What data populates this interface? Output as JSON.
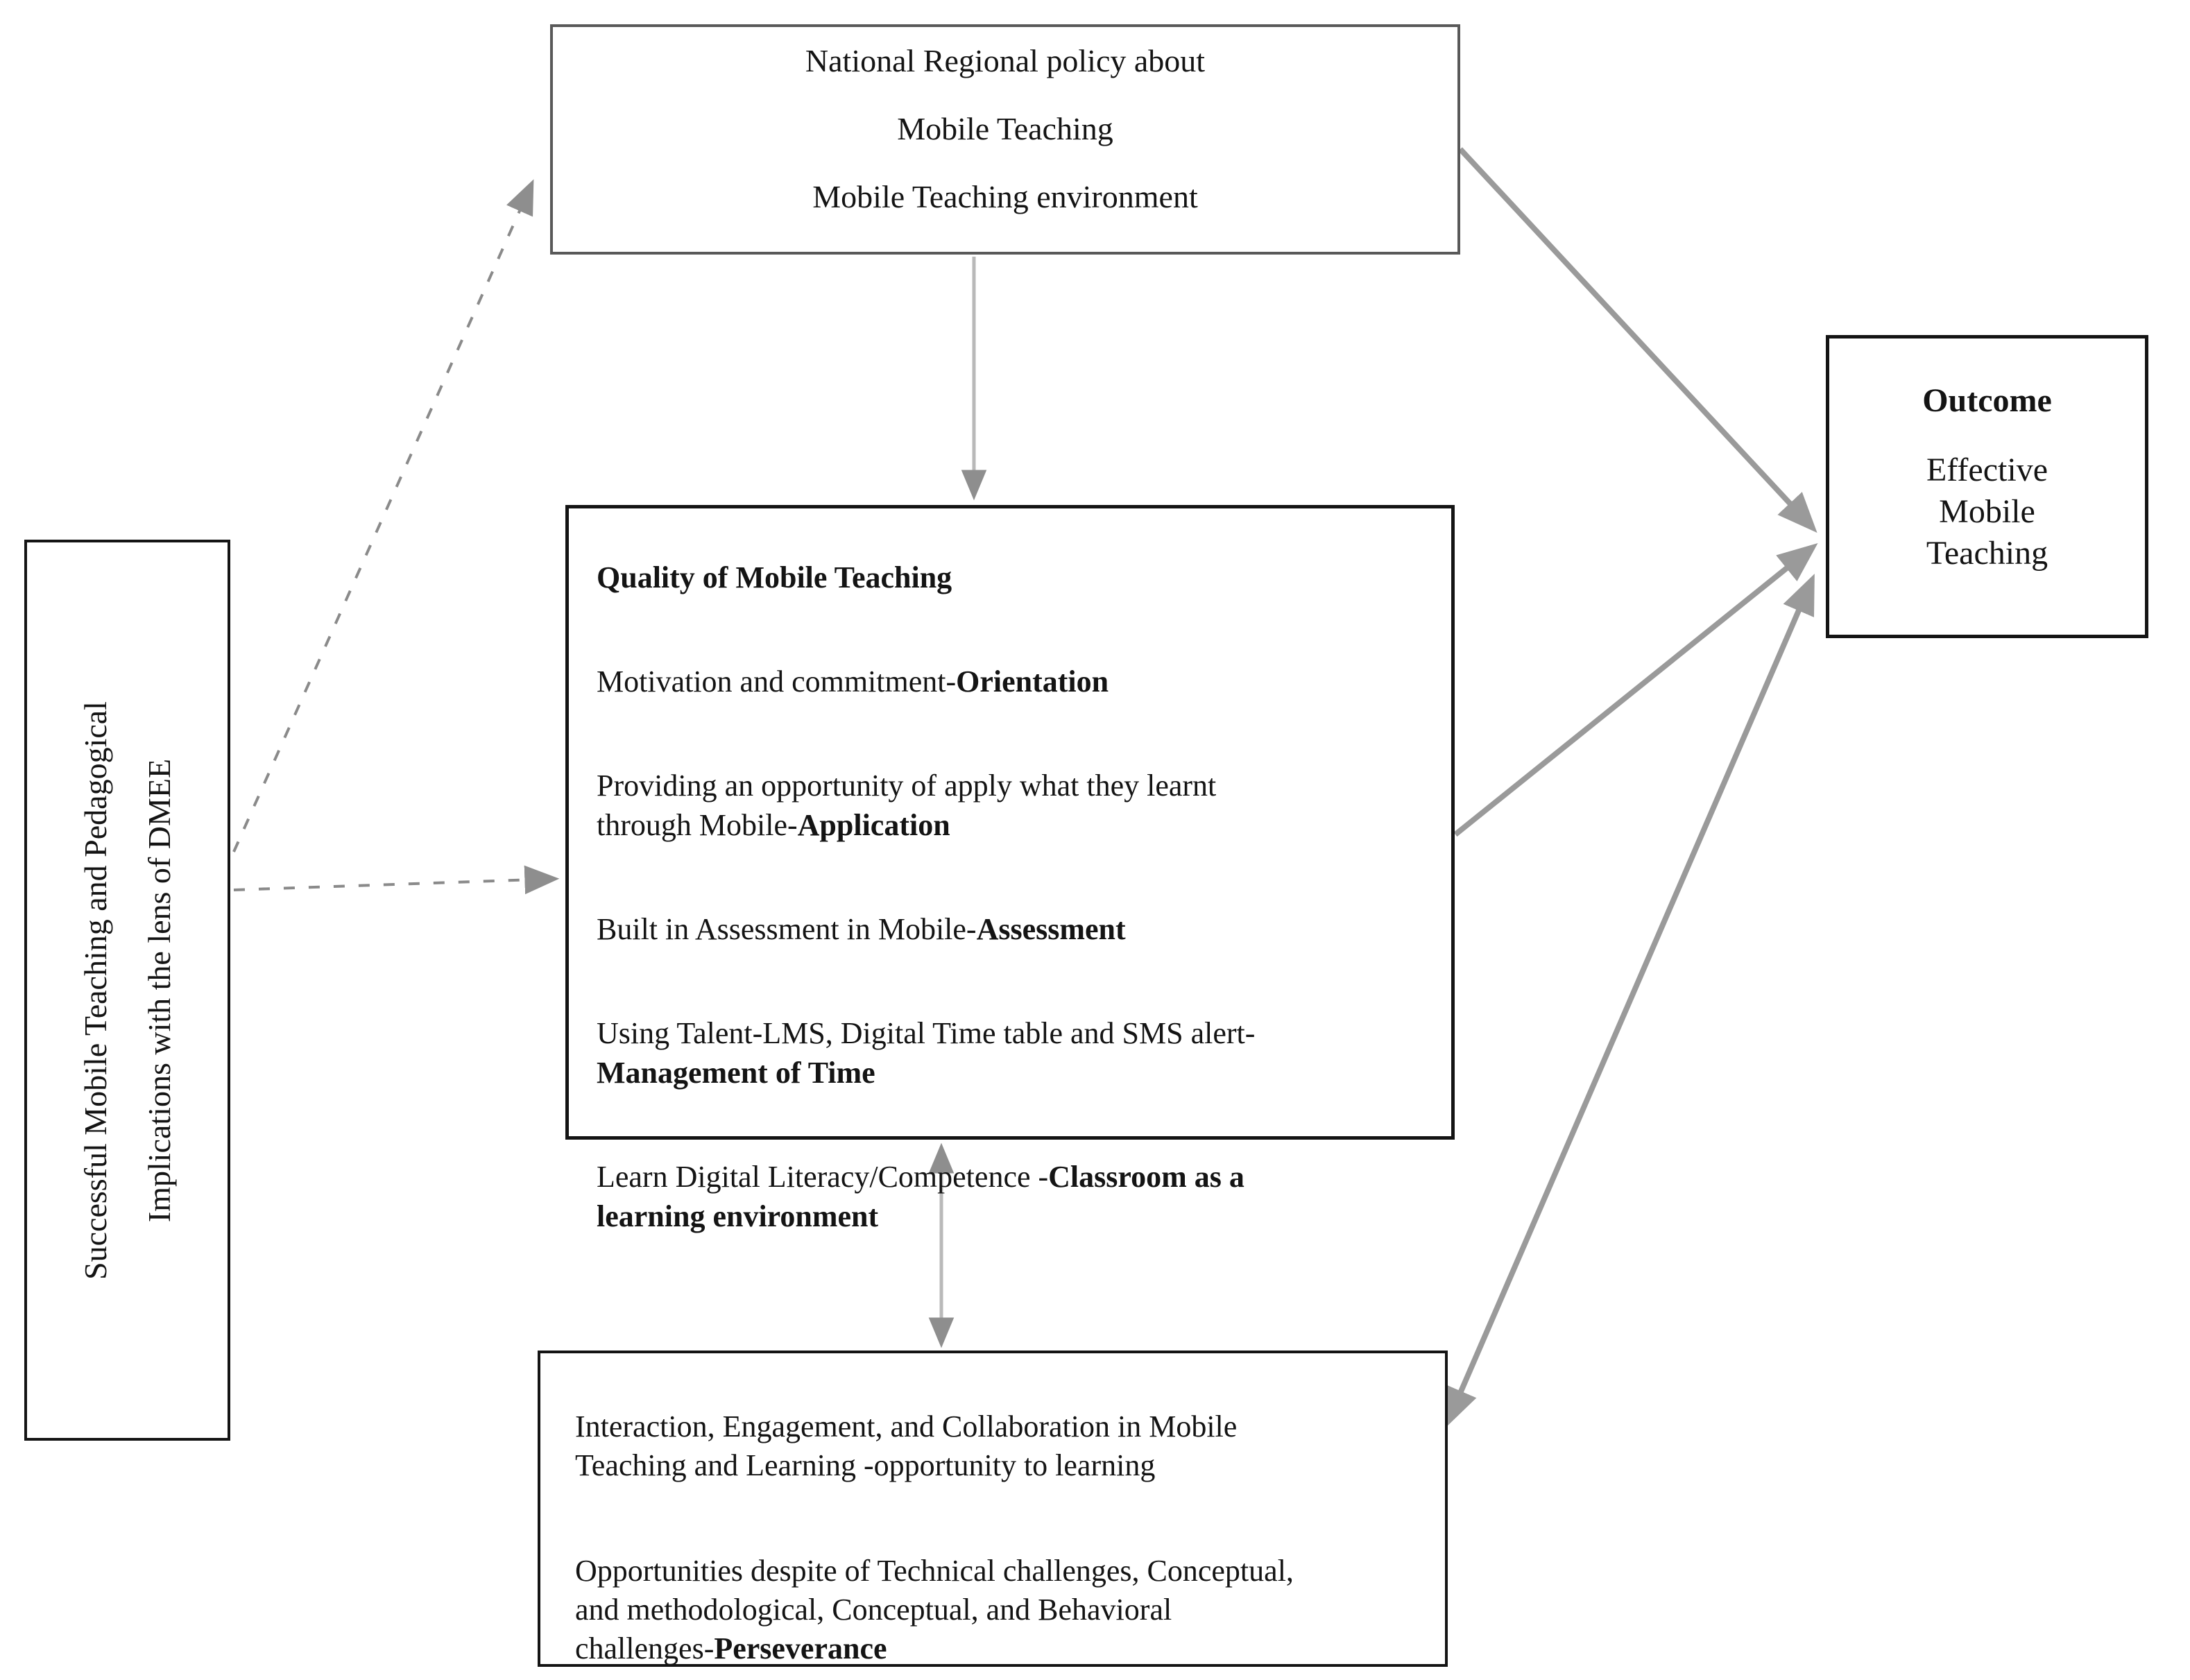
{
  "colors": {
    "background": "#ffffff",
    "box_border_black": "#141414",
    "policy_border_gray": "#595959",
    "arrow_gray": "#9a9a9a",
    "arrow_light_gray": "#b9b9b9",
    "arrowhead_gray": "#8e8e8e",
    "dashed_arrow_gray": "#8a8a8a",
    "text_color": "#141414"
  },
  "policy_box": {
    "lines": [
      "National Regional policy about",
      "Mobile Teaching",
      "Mobile Teaching environment"
    ]
  },
  "lens_box": {
    "text": "Successful Mobile Teaching and Pedagogical\nImplications with the lens of DMEE"
  },
  "quality_box": {
    "title": "Quality of Mobile Teaching",
    "items": [
      {
        "regular": "Motivation and commitment-",
        "bold": "Orientation"
      },
      {
        "regular": "Providing an opportunity of apply what they learnt\nthrough Mobile-",
        "bold": "Application"
      },
      {
        "regular": "Built in Assessment in Mobile-",
        "bold": "Assessment"
      },
      {
        "regular": "Using Talent-LMS, Digital Time table and SMS alert-\n",
        "bold": "Management of Time"
      },
      {
        "regular": "Learn Digital Literacy/Competence -",
        "bold": "Classroom as a\nlearning environment"
      }
    ]
  },
  "interaction_box": {
    "paragraphs": [
      {
        "regular": "Interaction, Engagement, and Collaboration in Mobile\nTeaching and Learning -opportunity to learning",
        "bold": ""
      },
      {
        "regular": "Opportunities despite of Technical challenges, Conceptual,\nand methodological, Conceptual, and Behavioral\nchallenges-",
        "bold": "Perseverance"
      }
    ]
  },
  "outcome_box": {
    "title": "Outcome",
    "body": "Effective\nMobile\nTeaching"
  }
}
